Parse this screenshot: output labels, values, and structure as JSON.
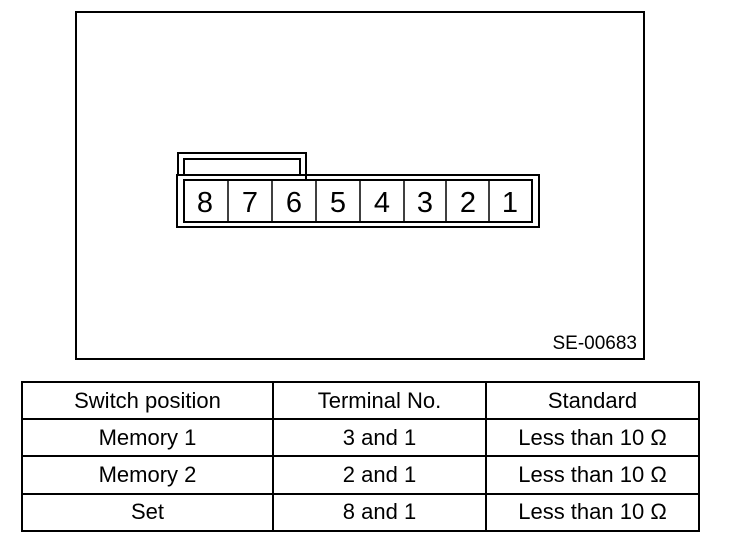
{
  "figure": {
    "id": "SE-00683",
    "terminals": [
      "8",
      "7",
      "6",
      "5",
      "4",
      "3",
      "2",
      "1"
    ]
  },
  "table": {
    "headers": [
      "Switch position",
      "Terminal No.",
      "Standard"
    ],
    "rows": [
      [
        "Memory 1",
        "3 and 1",
        "Less than 10 Ω"
      ],
      [
        "Memory 2",
        "2 and 1",
        "Less than 10 Ω"
      ],
      [
        "Set",
        "8 and 1",
        "Less than 10 Ω"
      ]
    ]
  }
}
